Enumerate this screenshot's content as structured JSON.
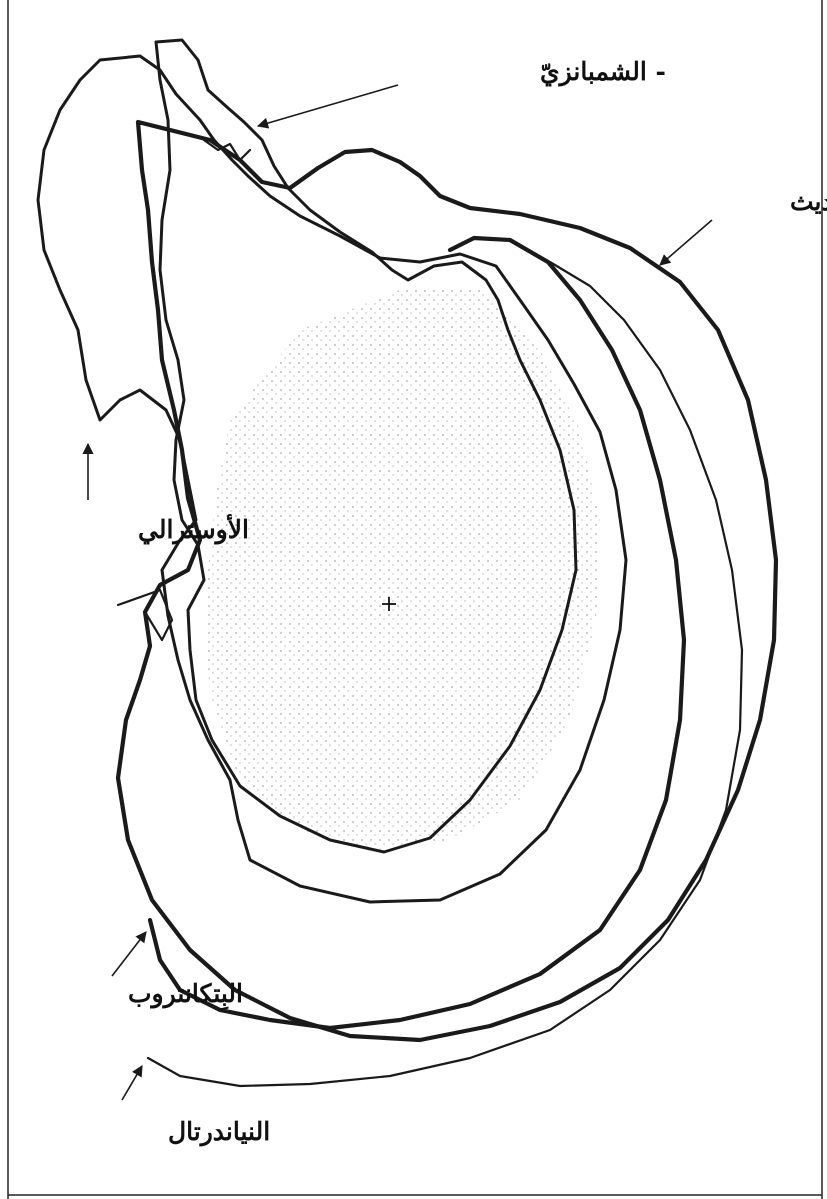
{
  "labels": {
    "chimpanzee": "- الشمبانزيّ",
    "modern_human": "الإنسان الحديث",
    "australopithecus": "الأوسترالي",
    "pithecanthropus": "البِتكانتروب",
    "neanderthal": "النياندرتال"
  },
  "colors": {
    "ink": "#1a1a1a",
    "paper": "#ffffff"
  }
}
